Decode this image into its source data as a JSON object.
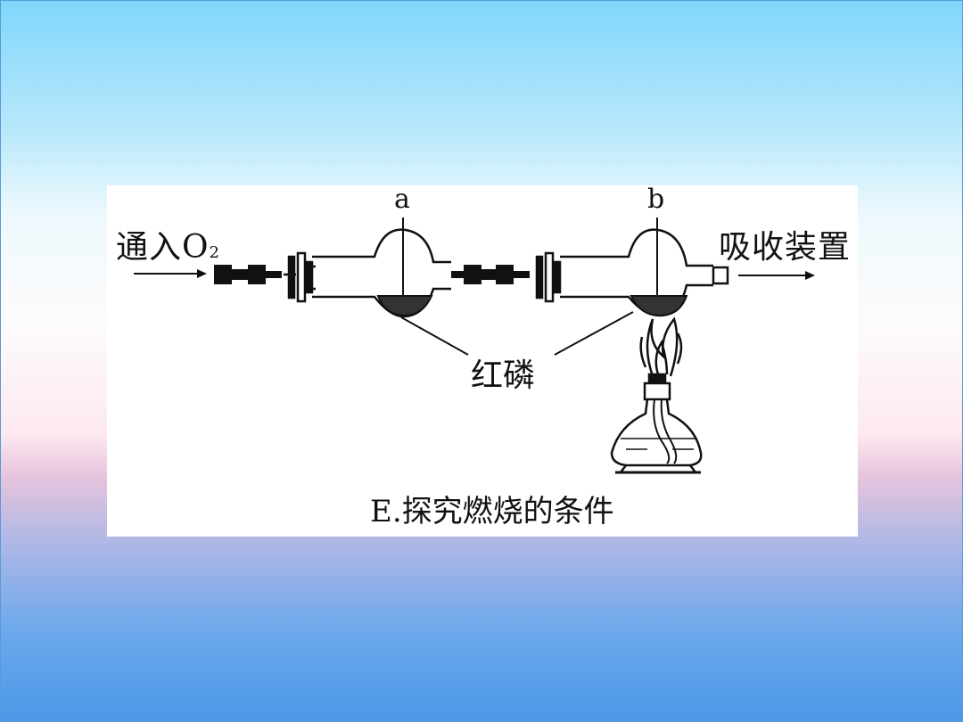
{
  "labels": {
    "inlet": "通入O",
    "inlet_subscript": "2",
    "outlet": "吸收装置",
    "point_a": "a",
    "point_b": "b",
    "red_phosphorus": "红磷"
  },
  "caption": "E.探究燃烧的条件",
  "colors": {
    "ink": "#111111",
    "panel": "#ffffff"
  }
}
